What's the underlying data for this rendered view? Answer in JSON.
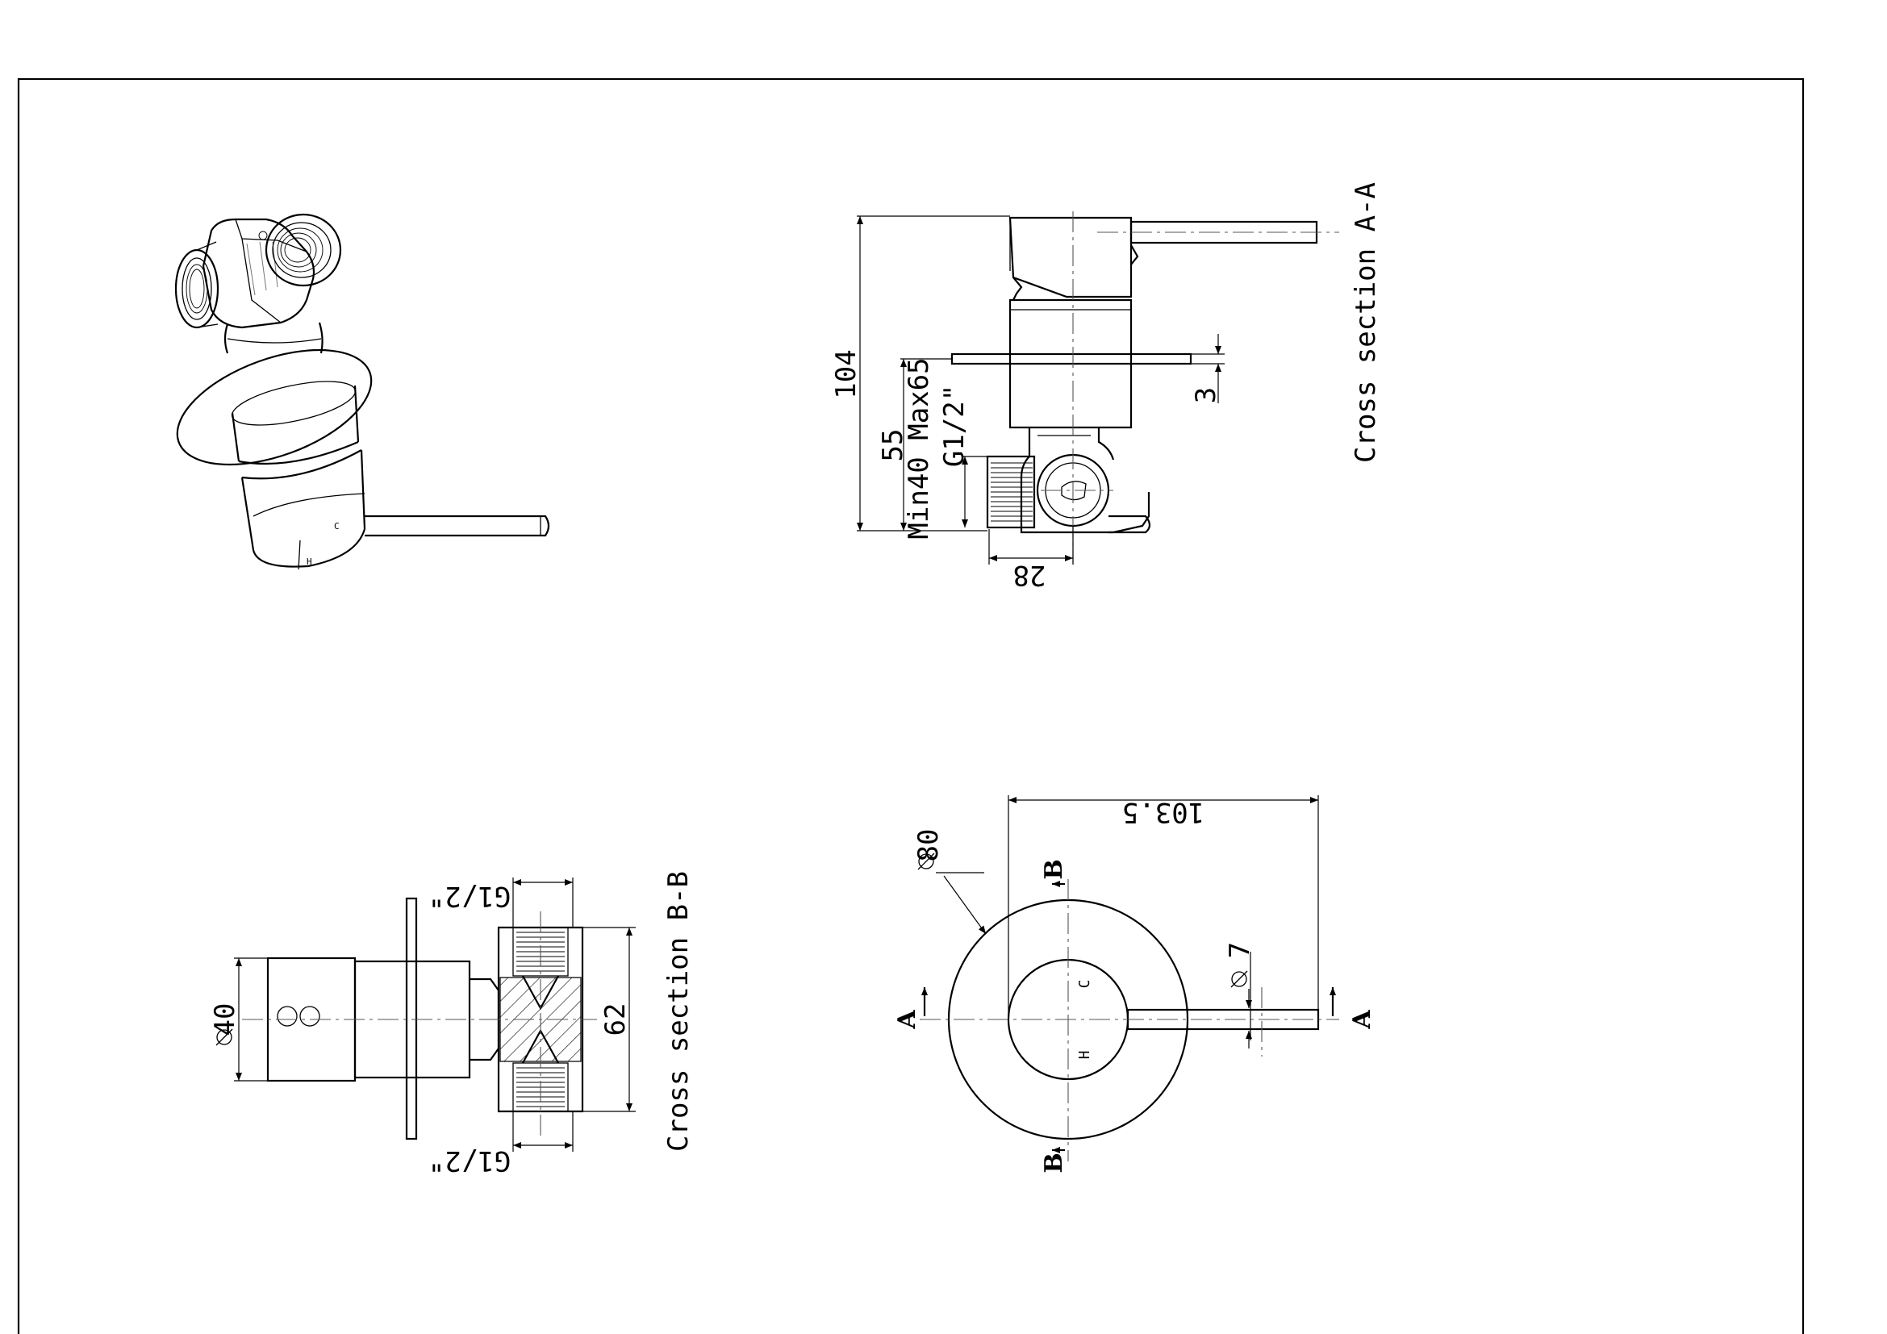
{
  "side_view": {
    "height_total": "104",
    "depth_range": "Min40 Max65",
    "depth_nominal": "55",
    "thread": "G1/2\"",
    "plate_thickness": "3",
    "inlet_offset": "28",
    "section_title": "Cross section A-A"
  },
  "section_view": {
    "section_title": "Cross section B-B",
    "thread_top": "G1/2\"",
    "thread_bottom": "G1/2\"",
    "body_height": "62",
    "handle_diameter": "40"
  },
  "front_view": {
    "plate_diameter": "80",
    "lever_length": "103.5",
    "lever_diameter": "7",
    "cut_a": "A",
    "cut_b": "B",
    "mark_hot": "H",
    "mark_cold": "C"
  }
}
